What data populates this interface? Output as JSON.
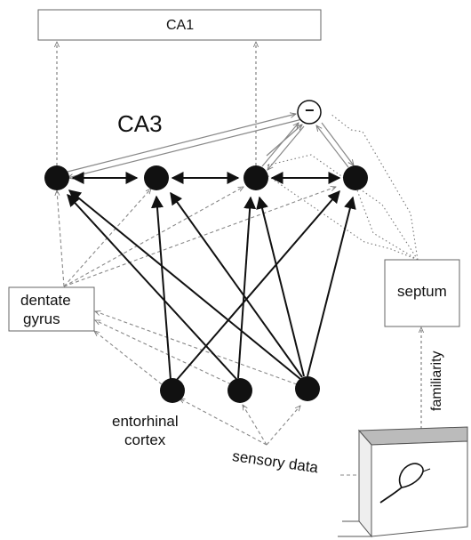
{
  "labels": {
    "ca1": "CA1",
    "ca3": "CA3",
    "inhibitor": "−",
    "dentate_line1": "dentate",
    "dentate_line2": "gyrus",
    "septum": "septum",
    "entorhinal_line1": "entorhinal",
    "entorhinal_line2": "cortex",
    "familiarity": "familiarity",
    "sensory_data": "sensory data"
  },
  "colors": {
    "neuron": "#111111",
    "strong_edge": "#111111",
    "weak_edge": "#888888",
    "box_border": "#666666",
    "arena_shading": "#bbbbbb"
  }
}
